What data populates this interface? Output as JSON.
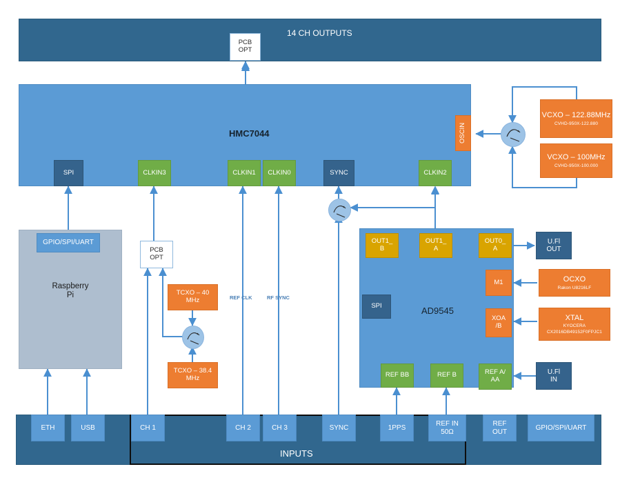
{
  "diagram": {
    "title_hidden": "Clock distribution block diagram",
    "top_bar": {
      "label": "14 CH OUTPUTS"
    },
    "pcb_opt_top": {
      "line1": "PCB",
      "line2": "OPT"
    },
    "hmc": {
      "title": "HMC7044",
      "ports": [
        {
          "id": "spi",
          "label": "SPI",
          "color": "steel"
        },
        {
          "id": "clkin3",
          "label": "CLKIN3",
          "color": "green"
        },
        {
          "id": "clkin1",
          "label": "CLKIN1",
          "color": "green"
        },
        {
          "id": "clkin0",
          "label": "CLKIN0",
          "color": "green"
        },
        {
          "id": "sync",
          "label": "SYNC",
          "color": "steel"
        },
        {
          "id": "clkin2",
          "label": "CLKIN2",
          "color": "green"
        }
      ],
      "oscin": {
        "label": "OSCIN"
      }
    },
    "vcxo": [
      {
        "name": "VCXO – 122.88MHz",
        "part": "CVHD-950X-122.880"
      },
      {
        "name": "VCXO – 100MHz",
        "part": "CVHD-950X-100.000"
      }
    ],
    "rpi": {
      "title_line1": "Raspberry",
      "title_line2": "Pi",
      "header": "GPIO/SPI/UART"
    },
    "pcb_opt_mid": {
      "line1": "PCB",
      "line2": "OPT"
    },
    "tcxo": [
      {
        "line1": "TCXO – 40",
        "line2": "MHz"
      },
      {
        "line1": "TCXO – 38.4",
        "line2": "MHz"
      }
    ],
    "wire_labels": [
      {
        "id": "ref-clk",
        "label": "REF CLK"
      },
      {
        "id": "rf-sync",
        "label": "RF SYNC"
      }
    ],
    "ad9545": {
      "title": "AD9545",
      "spi": "SPI",
      "outputs": [
        {
          "id": "out1b",
          "line1": "OUT1_",
          "line2": "B"
        },
        {
          "id": "out1a",
          "line1": "OUT1_",
          "line2": "A"
        },
        {
          "id": "out0a",
          "line1": "OUT0_",
          "line2": "A"
        }
      ],
      "right_ports": [
        {
          "id": "m1",
          "line1": "M1",
          "line2": ""
        },
        {
          "id": "xoa",
          "line1": "XOA",
          "line2": "/B"
        }
      ],
      "refs": [
        {
          "id": "refbb",
          "line1": "REF BB",
          "line2": ""
        },
        {
          "id": "refb",
          "line1": "REF B",
          "line2": ""
        },
        {
          "id": "refaa",
          "line1": "REF A/",
          "line2": "AA"
        }
      ]
    },
    "ufl_out": {
      "line1": "U.Fl",
      "line2": "OUT"
    },
    "ufl_in": {
      "line1": "U.Fl",
      "line2": "IN"
    },
    "ocxo": {
      "name": "OCXO",
      "part": "Rakon U8216LF"
    },
    "xtal": {
      "name": "XTAL",
      "maker": "KYOCERA",
      "part": "CX2016DB49152F0FPJC1"
    },
    "bottom_bar": {
      "inputs_label": "INPUTS",
      "connectors": [
        {
          "id": "eth",
          "line1": "ETH",
          "line2": ""
        },
        {
          "id": "usb",
          "line1": "USB",
          "line2": ""
        },
        {
          "id": "ch1",
          "line1": "CH 1",
          "line2": ""
        },
        {
          "id": "ch2",
          "line1": "CH 2",
          "line2": ""
        },
        {
          "id": "ch3",
          "line1": "CH 3",
          "line2": ""
        },
        {
          "id": "sync",
          "line1": "SYNC",
          "line2": ""
        },
        {
          "id": "1pps",
          "line1": "1PPS",
          "line2": ""
        },
        {
          "id": "refin",
          "line1": "REF IN",
          "line2": "50Ω"
        },
        {
          "id": "refout",
          "line1": "REF",
          "line2": "OUT"
        },
        {
          "id": "gpio",
          "line1": "GPIO/SPI/UART",
          "line2": ""
        }
      ]
    },
    "colors": {
      "dark_bar": "#31678E",
      "chip_blue": "#5B9BD5",
      "steel": "#35638C",
      "green": "#70AD47",
      "gold": "#D9A400",
      "orange": "#ED7D31",
      "rpi_grey": "#AEBECF",
      "wire_blue": "#4A8FD0",
      "wire_orange": "#E8A33D",
      "white_box": "#FFFFFF"
    }
  }
}
